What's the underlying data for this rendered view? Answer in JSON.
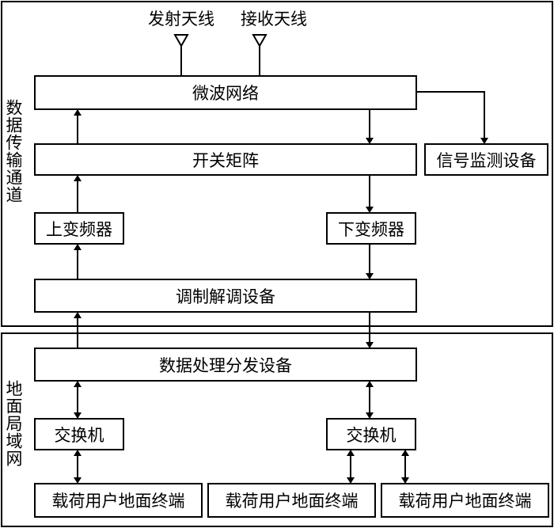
{
  "labels": {
    "tx_antenna": "发射天线",
    "rx_antenna": "接收天线",
    "transmission_section": "数据传输通道",
    "lan_section": "地面局域网"
  },
  "blocks": {
    "microwave_network": "微波网络",
    "switch_matrix": "开关矩阵",
    "signal_monitor": "信号监测设备",
    "up_converter": "上变频器",
    "down_converter": "下变频器",
    "modem": "调制解调设备",
    "data_processing": "数据处理分发设备",
    "switch_left": "交换机",
    "switch_right": "交换机",
    "terminal_1": "载荷用户地面终端",
    "terminal_2": "载荷用户地面终端",
    "terminal_3": "载荷用户地面终端"
  }
}
